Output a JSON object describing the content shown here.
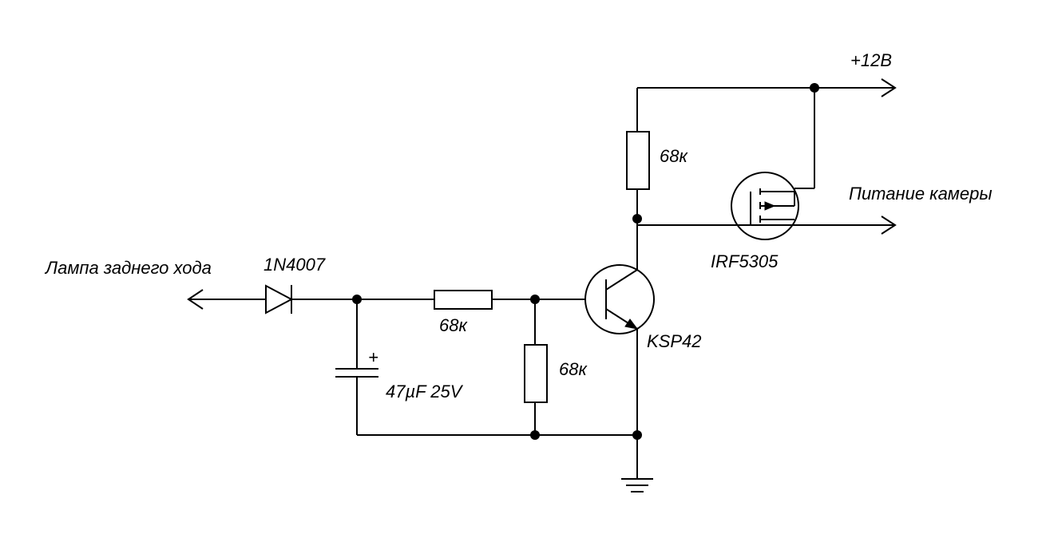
{
  "labels": {
    "input": "Лампа заднего хода",
    "diode": "1N4007",
    "capacitor": "47µF 25V",
    "cap_plus": "+",
    "r_series": "68к",
    "r_shunt": "68к",
    "r_pullup": "68к",
    "npn": "KSP42",
    "mosfet": "IRF5305",
    "supply": "+12В",
    "output": "Питание камеры"
  }
}
